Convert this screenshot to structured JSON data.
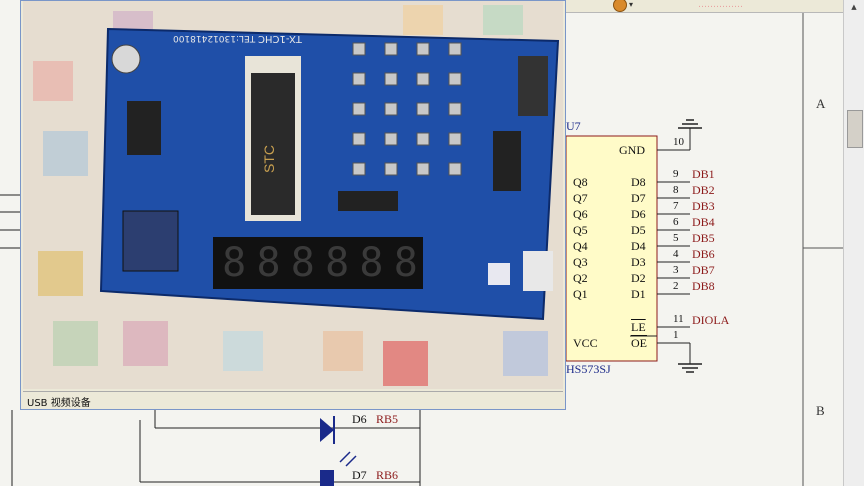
{
  "toolbar": {
    "icon": "power-icon",
    "faded_text": "……………"
  },
  "frame": {
    "zone_a": "A",
    "zone_b": "B"
  },
  "chip": {
    "ref": "U7",
    "part": "HS573SJ",
    "gnd_label": "GND",
    "gnd_pin": "10",
    "left_pins": [
      "Q8",
      "Q7",
      "Q6",
      "Q5",
      "Q4",
      "Q3",
      "Q2",
      "Q1"
    ],
    "right_pins": [
      "D8",
      "D7",
      "D6",
      "D5",
      "D4",
      "D3",
      "D2",
      "D1"
    ],
    "pin_numbers": [
      "9",
      "8",
      "7",
      "6",
      "5",
      "4",
      "3",
      "2"
    ],
    "nets": [
      "DB1",
      "DB2",
      "DB3",
      "DB4",
      "DB5",
      "DB6",
      "DB7",
      "DB8"
    ],
    "vcc_label": "VCC",
    "le_label": "LE",
    "oe_label": "OE",
    "le_pin": "11",
    "oe_pin": "1",
    "le_net": "DIOLA"
  },
  "leds": [
    {
      "ref": "D6",
      "net": "RB5"
    },
    {
      "ref": "D7",
      "net": "RB6"
    }
  ],
  "video": {
    "status": "USB 视频设备",
    "board": {
      "tel": "TEL:13012418100",
      "model": "TX-1CHC",
      "mcu": "STC",
      "seg_digits": [
        "8",
        "8",
        "8",
        "8",
        "8",
        "8"
      ]
    }
  }
}
